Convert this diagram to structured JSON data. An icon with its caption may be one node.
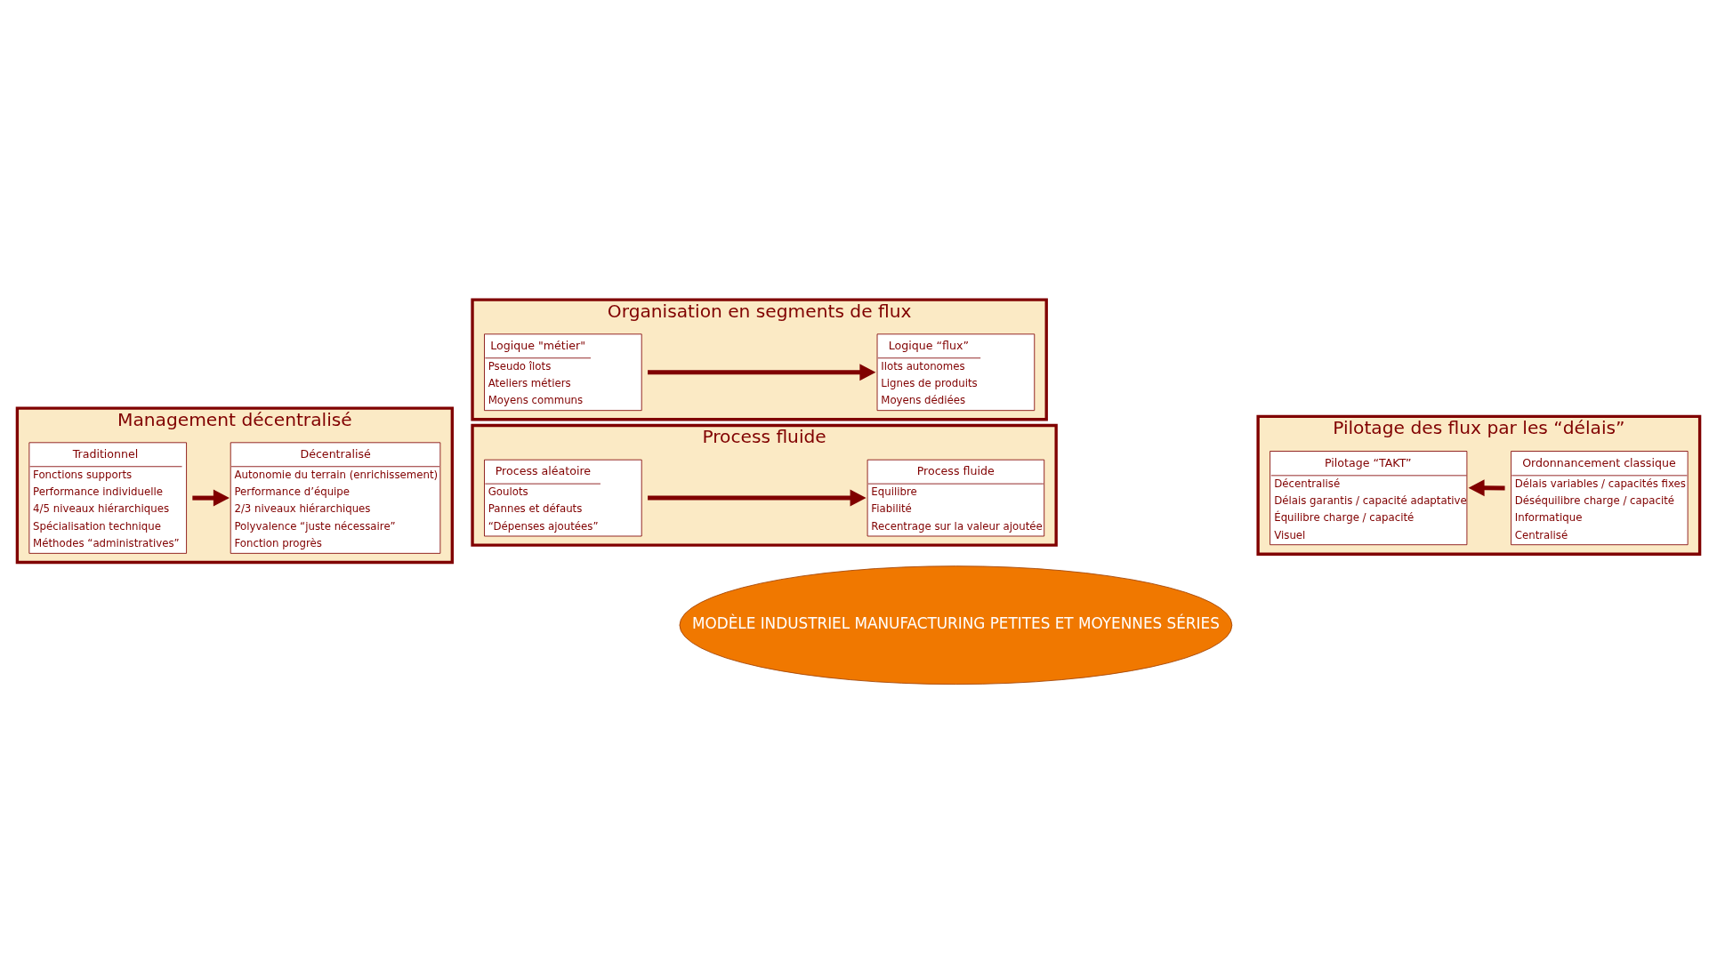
{
  "diagram": {
    "nodes": [
      {
        "text": [
          "Organisation en segments de flux"
        ]
      },
      {
        "text": [
          "Logique \"métier\"",
          "Pseudo îlots",
          "Ateliers métiers",
          "Moyens communs"
        ],
        "in": 0
      },
      {
        "text": [
          "Logique “flux”",
          "Ilots autonomes",
          "Lignes de produits",
          "Moyens dédiées"
        ],
        "in": 0
      },
      {
        "text": [
          "Management décentralisé"
        ]
      },
      {
        "text": [
          "Traditionnel",
          "Fonctions supports",
          "Performance individuelle",
          "4/5 niveaux hiérarchiques",
          "Spécialisation technique",
          "Méthodes “administratives”"
        ],
        "in": 3
      },
      {
        "text": [
          "Décentralisé",
          "Autonomie du terrain (enrichissement)",
          "Performance d’équipe",
          "2/3 niveaux hiérarchiques",
          "Polyvalence “juste nécessaire”",
          "Fonction progrès"
        ],
        "in": 3
      },
      {
        "text": [
          "MODÈLE INDUSTRIEL MANUFACTURING PETITES ET MOYENNES SÉRIES"
        ]
      },
      {
        "text": [
          "Pilotage des flux par les “délais”"
        ]
      },
      {
        "text": [
          "Pilotage “TAKT”",
          "Décentralisé",
          "Délais garantis / capacité adaptative",
          "Équilibre charge / capacité",
          "Visuel"
        ],
        "in": 7
      },
      {
        "text": [
          "Ordonnancement classique",
          "Délais variables / capacités fixes",
          "Déséquilibre charge / capacité",
          "Informatique",
          "Centralisé"
        ],
        "in": 7
      },
      {
        "text": [
          "Process fluide"
        ]
      },
      {
        "text": [
          "Process aléatoire",
          "Goulots",
          "Pannes et défauts",
          "“Dépenses ajoutées”"
        ],
        "in": 10
      },
      {
        "text": [
          "Process fluide",
          "Equilibre",
          "Fiabilité",
          "Recentrage sur la valeur ajoutée"
        ],
        "in": 10
      }
    ],
    "edges": [
      {
        "from": 1,
        "to": 2,
        "arrow": "to"
      },
      {
        "from": 4,
        "to": 5,
        "arrow": "to"
      },
      {
        "from": 9,
        "to": 8,
        "arrow": "to"
      },
      {
        "from": 11,
        "to": 12,
        "arrow": "to"
      }
    ]
  }
}
